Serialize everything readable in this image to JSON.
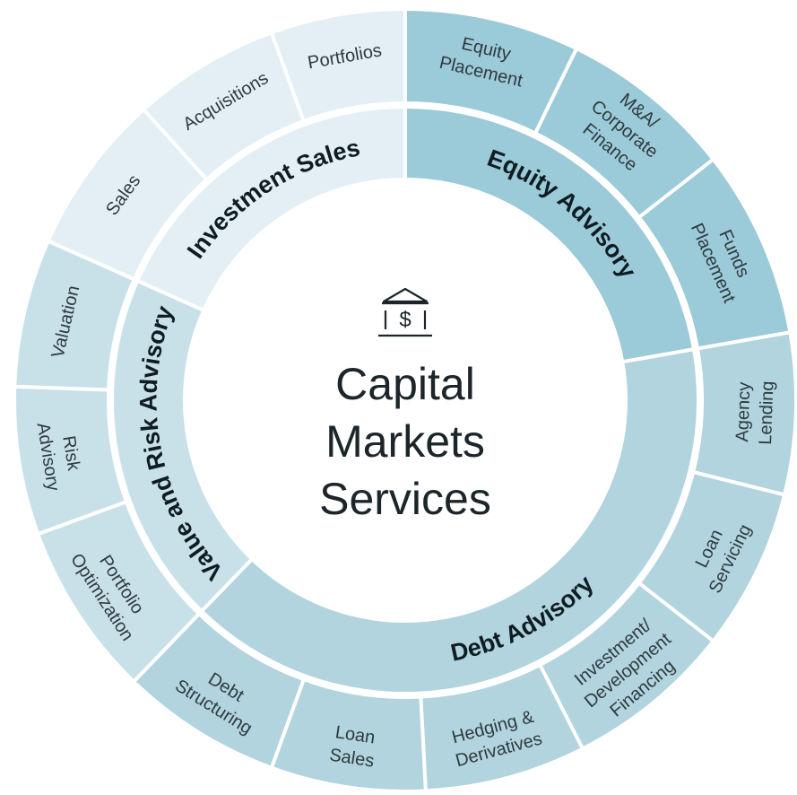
{
  "center": {
    "title_lines": [
      "Capital",
      "Markets",
      "Services"
    ],
    "icon": "bank-dollar-icon",
    "icon_symbol": "$"
  },
  "categories": [
    {
      "key": "investment-sales",
      "label": "Investment Sales",
      "inner_color": "#e3eff4",
      "outer_color": "#e3eff4",
      "subitems": [
        {
          "key": "sales",
          "lines": [
            "Sales"
          ]
        },
        {
          "key": "acquisitions",
          "lines": [
            "Acquisitions"
          ]
        },
        {
          "key": "portfolios",
          "lines": [
            "Portfolios"
          ]
        }
      ]
    },
    {
      "key": "equity-advisory",
      "label": "Equity Advisory",
      "inner_color": "#9bcad8",
      "outer_color": "#9bcad8",
      "subitems": [
        {
          "key": "equity-placement",
          "lines": [
            "Equity",
            "Placement"
          ]
        },
        {
          "key": "ma-corporate-finance",
          "lines": [
            "M&A/",
            "Corporate",
            "Finance"
          ]
        },
        {
          "key": "funds-placement",
          "lines": [
            "Funds",
            "Placement"
          ]
        }
      ]
    },
    {
      "key": "debt-advisory",
      "label": "Debt Advisory",
      "inner_color": "#b1d4de",
      "outer_color": "#b1d4de",
      "subitems": [
        {
          "key": "agency-lending",
          "lines": [
            "Agency",
            "Lending"
          ]
        },
        {
          "key": "loan-servicing",
          "lines": [
            "Loan",
            "Servicing"
          ]
        },
        {
          "key": "investment-development-financing",
          "lines": [
            "Investment/",
            "Development",
            "Financing"
          ]
        },
        {
          "key": "hedging-derivatives",
          "lines": [
            "Hedging &",
            "Derivatives"
          ]
        },
        {
          "key": "loan-sales",
          "lines": [
            "Loan",
            "Sales"
          ]
        },
        {
          "key": "debt-structuring",
          "lines": [
            "Debt",
            "Structuring"
          ]
        }
      ]
    },
    {
      "key": "value-risk-advisory",
      "label": "Value and Risk Advisory",
      "inner_color": "#c8e1e9",
      "outer_color": "#c8e1e9",
      "subitems": [
        {
          "key": "portfolio-optimization",
          "lines": [
            "Portfolio",
            "Optimization"
          ]
        },
        {
          "key": "risk-advisory",
          "lines": [
            "Risk",
            "Advisory"
          ]
        },
        {
          "key": "valuation",
          "lines": [
            "Valuation"
          ]
        }
      ]
    }
  ]
}
